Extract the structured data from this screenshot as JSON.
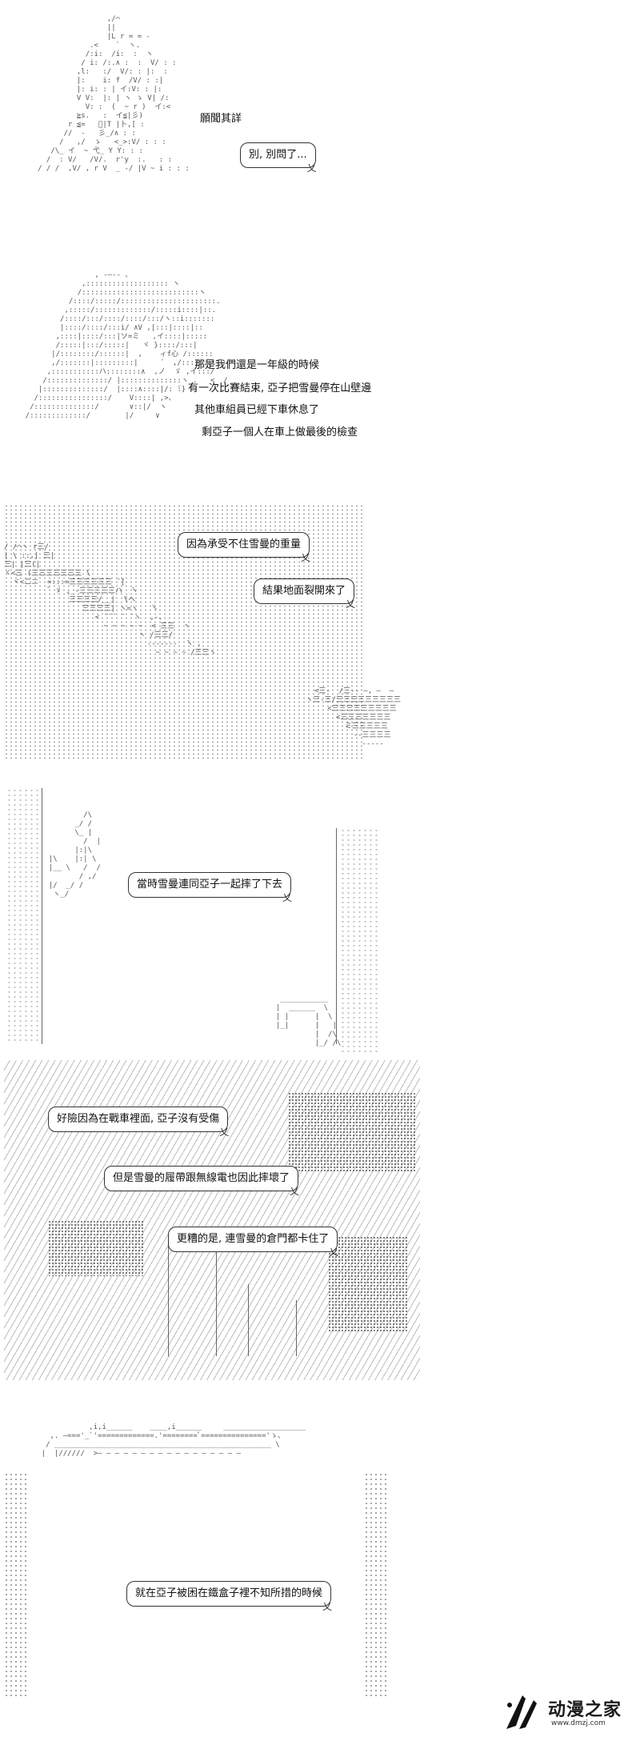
{
  "panel1": {
    "side_text": "願聞其詳",
    "bubble": "別, 別問了..."
  },
  "panel2": {
    "lines": [
      "那是我們還是一年級的時候",
      "有一次比賽結束, 亞子把雪曼停在山壁邊",
      "其他車組員已經下車休息了",
      "剩亞子一個人在車上做最後的檢查"
    ]
  },
  "panel3": {
    "bubble1": "因為承受不住雪曼的重量",
    "bubble2": "結果地面裂開來了"
  },
  "panel4": {
    "bubble": "當時雪曼連同亞子一起摔了下去"
  },
  "panel5": {
    "bubble1": "好險因為在戰車裡面, 亞子沒有受傷",
    "bubble2": "但是雪曼的履帶跟無線電也因此摔壞了",
    "bubble3": "更糟的是, 連雪曼的倉門都卡住了"
  },
  "panel6": {
    "bubble": "就在亞子被困在鐵盒子裡不知所措的時候"
  },
  "watermark": {
    "name": "动漫之家",
    "url": "www.dmzj.com"
  }
}
